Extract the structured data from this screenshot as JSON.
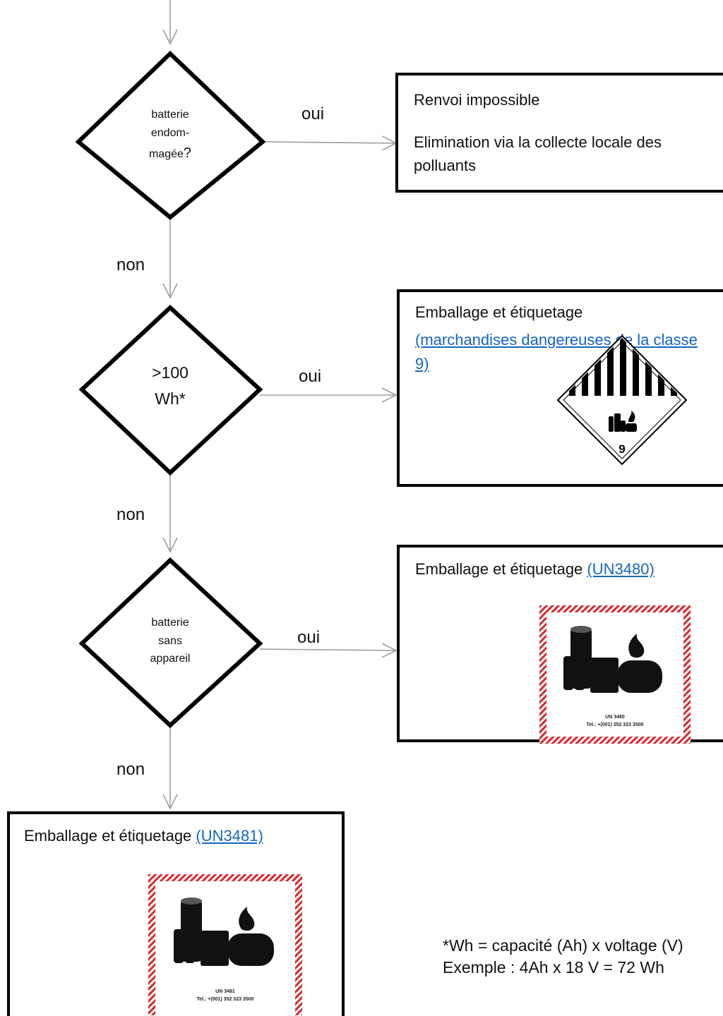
{
  "decisions": [
    {
      "lines": [
        "batterie",
        "endom-",
        "magée"
      ],
      "suffix": "?"
    },
    {
      "lines": [
        ">100",
        "Wh*"
      ],
      "suffix": ""
    },
    {
      "lines": [
        "batterie",
        "sans",
        "appareil"
      ],
      "suffix": ""
    }
  ],
  "branch_labels": {
    "yes": "oui",
    "no": "non"
  },
  "outcomes": {
    "damaged": {
      "line1": "Renvoi impossible",
      "line2": "Elimination via la collecte locale des polluants"
    },
    "class9": {
      "title": "Emballage et étiquetage",
      "link": "(marchandises dangereuses de la classe 9)"
    },
    "un3480": {
      "title": "Emballage et étiquetage ",
      "link": "(UN3480)"
    },
    "un3481": {
      "title": "Emballage et étiquetage ",
      "link": "(UN3481)"
    }
  },
  "labels": {
    "class9_number": "9",
    "un3480_text": "UN 3480",
    "un3480_tel": "Tel.: +(001) 352 323 3500",
    "un3481_text": "UN 3481",
    "un3481_tel": "Tel.: +(001) 352 323 3500"
  },
  "footnote": {
    "line1": "*Wh = capacité (Ah) x voltage (V)",
    "line2": "Exemple : 4Ah x 18 V = 72 Wh"
  },
  "colors": {
    "link": "#1565c0",
    "label_hatch": "#d9262e",
    "arrow": "#9e9e9e"
  }
}
